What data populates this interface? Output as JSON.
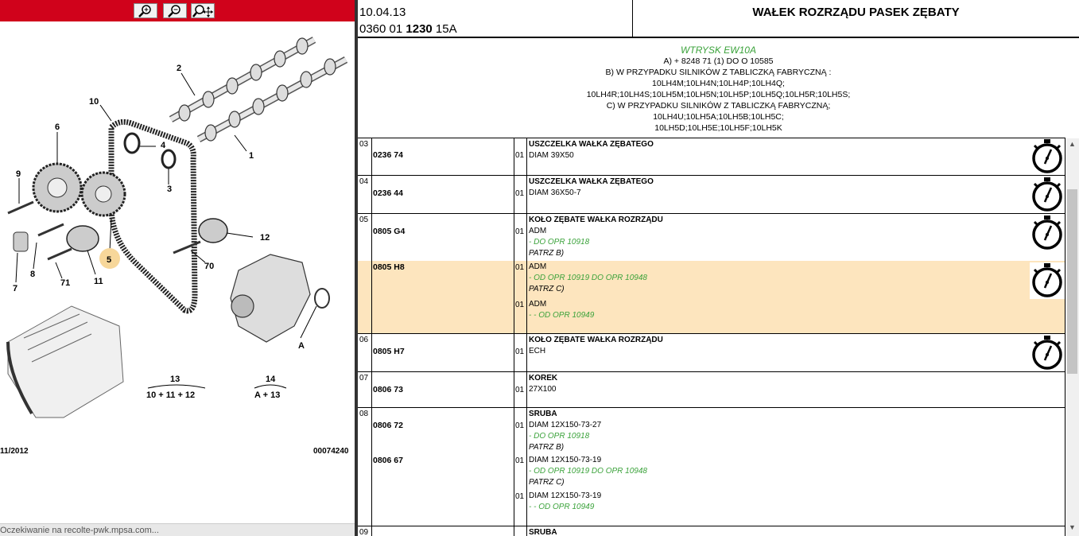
{
  "diagram": {
    "zoom_buttons": [
      "zoom-in-icon",
      "zoom-out-icon",
      "zoom-pan-icon"
    ],
    "callouts": [
      "1",
      "2",
      "3",
      "4",
      "5",
      "6",
      "7",
      "8",
      "9",
      "10",
      "11",
      "12",
      "70",
      "71",
      "A"
    ],
    "group13_title": "13",
    "group13_formula": "10 + 11 + 12",
    "group14_title": "14",
    "group14_formula": "A + 13",
    "date": "11/2012",
    "code": "00074240"
  },
  "status_text": "Oczekiwanie na recolte-pwk.mpsa.com...",
  "header": {
    "date": "10.04.13",
    "code_prefix": "0360 01 ",
    "code_bold": "1230",
    "code_suffix": " 15A",
    "title": "WAŁEK ROZRZĄDU PASEK ZĘBATY"
  },
  "notes": {
    "engine": "WTRYSK EW10A",
    "lines": [
      "A) + 8248 71 (1) DO O 10585",
      "B) W PRZYPADKU SILNIKÓW Z TABLICZKĄ FABRYCZNĄ :",
      "10LH4M;10LH4N;10LH4P;10LH4Q;",
      "10LH4R;10LH4S;10LH5M;10LH5N;10LH5P;10LH5Q;10LH5R;10LH5S;",
      "C) W PRZYPADKU SILNIKÓW Z TABLICZKĄ FABRYCZNĄ;",
      "10LH4U;10LH5A;10LH5B;10LH5C;",
      "10LH5D;10LH5E;10LH5F;10LH5K"
    ]
  },
  "rows": [
    {
      "idx": "03",
      "ref": "0236 74",
      "qty": "01",
      "title": "USZCZELKA WAŁKA ZĘBATEGO",
      "desc": "DIAM 39X50"
    },
    {
      "idx": "04",
      "ref": "0236 44",
      "qty": "01",
      "title": "USZCZELKA WAŁKA ZĘBATEGO",
      "desc": "DIAM 36X50-7"
    },
    {
      "idx": "05",
      "ref": "0805 G4",
      "qty": "01",
      "title": "KOŁO ZĘBATE WAŁKA ROZRZĄDU",
      "desc": "ADM",
      "g1": "- DO OPR 10918",
      "i1": "PATRZ B)"
    },
    {
      "ref": "0805 H8",
      "qty1": "01",
      "desc1": "ADM",
      "g1": "- OD OPR 10919 DO OPR 10948",
      "i1": "PATRZ C)",
      "qty2": "01",
      "desc2": "ADM",
      "g2": "- - OD OPR 10949"
    },
    {
      "idx": "06",
      "ref": "0805 H7",
      "qty": "01",
      "title": "KOŁO ZĘBATE WAŁKA ROZRZĄDU",
      "desc": "ECH"
    },
    {
      "idx": "07",
      "ref": "0806 73",
      "qty": "01",
      "title": "KOREK",
      "desc": "27X100"
    },
    {
      "idx": "08",
      "ref1": "0806 72",
      "ref2": "0806 67",
      "title": "SRUBA",
      "l1": {
        "qty": "01",
        "desc": "DIAM 12X150-73-27",
        "g": "- DO OPR 10918",
        "i": "PATRZ B)"
      },
      "l2": {
        "qty": "01",
        "desc": "DIAM 12X150-73-19",
        "g": "- OD OPR 10919 DO OPR 10948",
        "i": "PATRZ C)"
      },
      "l3": {
        "qty": "01",
        "desc": "DIAM 12X150-73-19",
        "g": "- - OD OPR 10949"
      }
    },
    {
      "idx": "09",
      "title": "SRUBA"
    }
  ],
  "colors": {
    "toolbar": "#d0021b",
    "highlight": "#fde5be",
    "green_note": "#3aa23a"
  }
}
